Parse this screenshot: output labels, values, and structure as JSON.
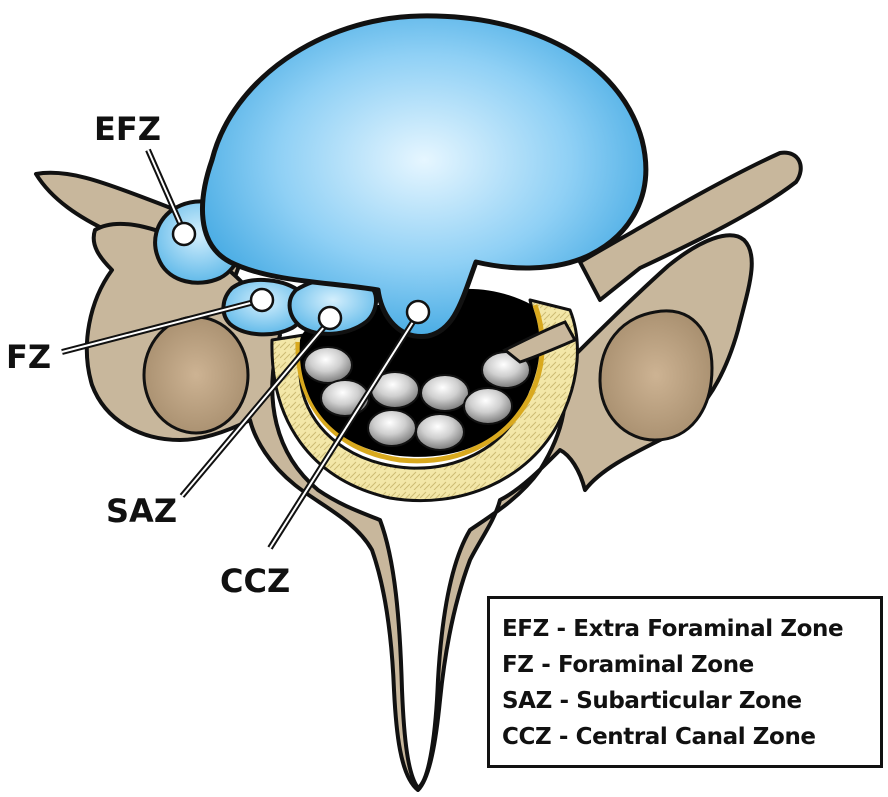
{
  "labels": {
    "efz": "EFZ",
    "fz": "FZ",
    "saz": "SAZ",
    "ccz": "CCZ"
  },
  "legend": {
    "items": [
      "EFZ - Extra Foraminal Zone",
      "FZ - Foraminal Zone",
      "SAZ - Subarticular Zone",
      "CCZ - Central Canal Zone"
    ]
  },
  "colors": {
    "bone": "#c8b79c",
    "bone_dark": "#b6a387",
    "disc": "#55b8ec",
    "disc_light": "#dff3fd",
    "ligament": "#f3e7a8",
    "ligament_edge": "#d9a91e",
    "canal": "#000000",
    "outline": "#111111"
  },
  "icons": [
    "nerve-root-circle",
    "zone-marker-dot"
  ]
}
